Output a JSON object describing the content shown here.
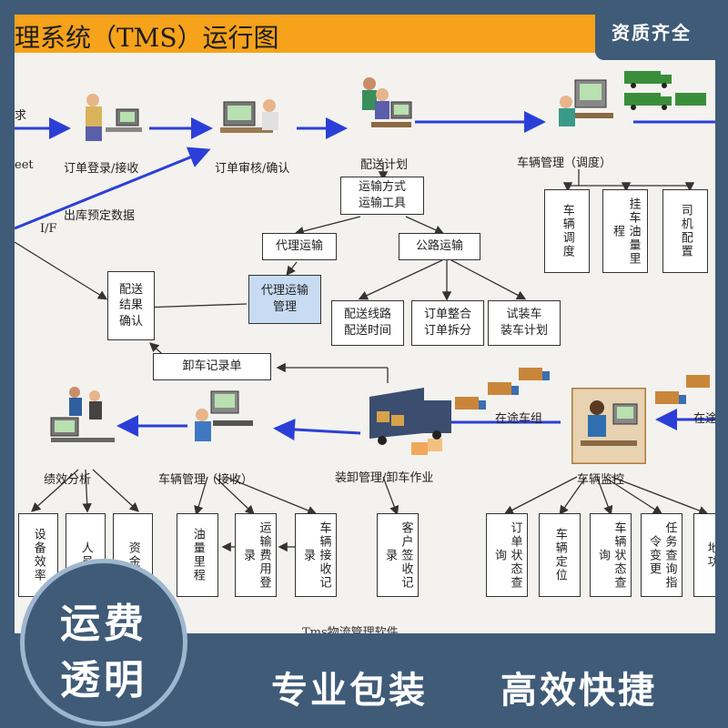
{
  "title": "理系统（TMS）运行图",
  "badge": "资质齐全",
  "edge_fragments": [
    "求",
    "eet",
    "I/F",
    "在途"
  ],
  "stations": {
    "order_entry": "订单登录/接收",
    "order_review": "订单审核/确认",
    "dispatch_plan": "配送计划",
    "vehicle_dispatch": "车辆管理（调度）",
    "receive_vehicle": "车辆管理（接收）",
    "load_unload": "装卸管理/卸车作业",
    "vehicle_monitor": "车辆监控",
    "performance": "绩效分析",
    "in_transit": "在途车组",
    "preset_data": "出库预定数据"
  },
  "boxes": {
    "transport_method": "运输方式\n运输工具",
    "agent_transport": "代理运输",
    "road_transport": "公路运输",
    "agent_manage": "代理运输\n管理",
    "delivery_result": "配送\n结果\n确认",
    "unload_record": "卸车记录单",
    "route_time": "配送线路\n配送时间",
    "order_merge": "订单整合\n订单拆分",
    "load_plan": "试装车\n装车计划",
    "vehicle_sched": "车辆调度",
    "trailer": "挂车油量里程",
    "driver": "司机配置",
    "fuel": "油量里程",
    "freight": "运输费用登录",
    "vehicle_receive_rec": "车辆接收记录",
    "customer_sign": "客户签收记录",
    "order_status": "订单状态查询",
    "vehicle_locate": "车辆定位",
    "vehicle_status": "车辆状态查询",
    "task_query": "任务查询指令变更",
    "partial": "地功",
    "equip_eff": "设备效率",
    "staff": "人员",
    "fund": "资金"
  },
  "footer_fragment": "Tms物流管理软件",
  "circle": {
    "line1": "运费",
    "line2": "透明"
  },
  "slogans": {
    "left": "专业包装",
    "right": "高效快捷"
  },
  "colors": {
    "title_bar": "#f6a21a",
    "frame": "#3f5b78",
    "arrow_blue": "#2b3fd8",
    "highlight_box": "#c7dcf3"
  }
}
